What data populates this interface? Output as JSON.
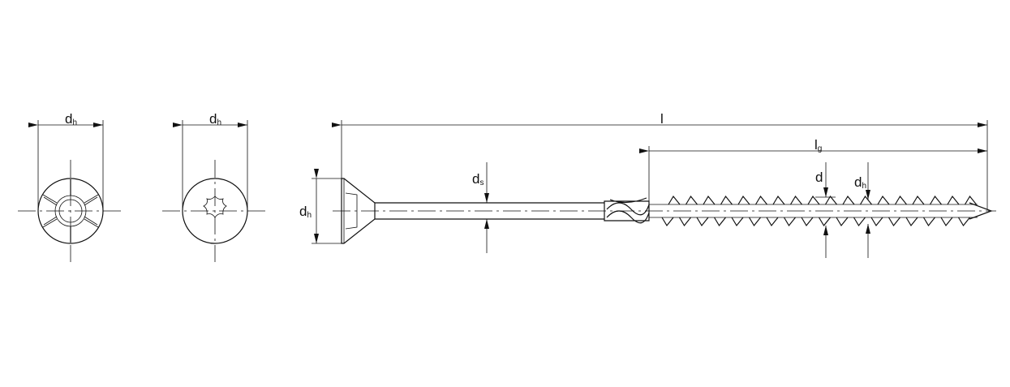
{
  "labels": {
    "front_view_1": {
      "main": "d",
      "sub": "h"
    },
    "front_view_2": {
      "main": "d",
      "sub": "h"
    },
    "head_diameter": {
      "main": "d",
      "sub": "h"
    },
    "shank_diameter": {
      "main": "d",
      "sub": "s"
    },
    "length": {
      "main": "l"
    },
    "thread_length": {
      "main": "l",
      "sub": "g"
    },
    "thread_diameter": {
      "main": "d"
    },
    "core_diameter": {
      "main": "d",
      "sub": "h"
    }
  }
}
